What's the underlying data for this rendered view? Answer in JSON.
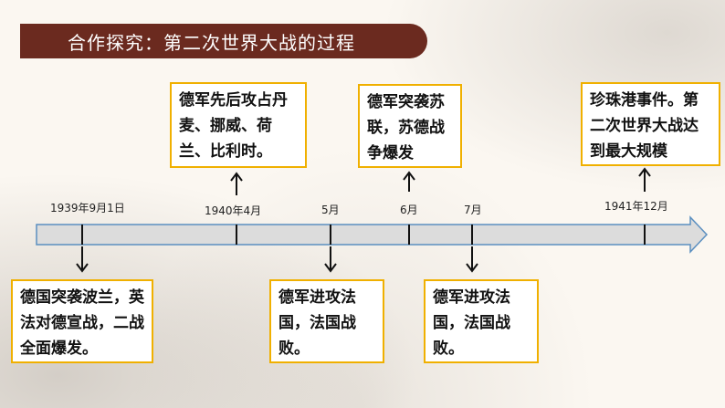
{
  "title": "合作探究：第二次世界大战的过程",
  "top_events": [
    {
      "text": "德军先后攻占丹麦、挪威、荷兰、比利时。"
    },
    {
      "text": "德军突袭苏联，苏德战争爆发"
    },
    {
      "text": "珍珠港事件。第二次世界大战达到最大规模"
    }
  ],
  "bottom_events": [
    {
      "text": "德国突袭波兰，英法对德宣战，二战全面爆发。"
    },
    {
      "text": "德军进攻法国，法国战败。"
    },
    {
      "text": "德军进攻法国，法国战败。"
    }
  ],
  "dates": {
    "d1939": "1939年9月1日",
    "d1940": "1940年4月",
    "may": "5月",
    "jun": "6月",
    "jul": "7月",
    "d1941": "1941年12月"
  },
  "colors": {
    "banner": "#6b2a1f",
    "box_border": "#f0b000",
    "timeline_fill": "#dcdcdc",
    "timeline_stroke": "#5b8fc0"
  }
}
